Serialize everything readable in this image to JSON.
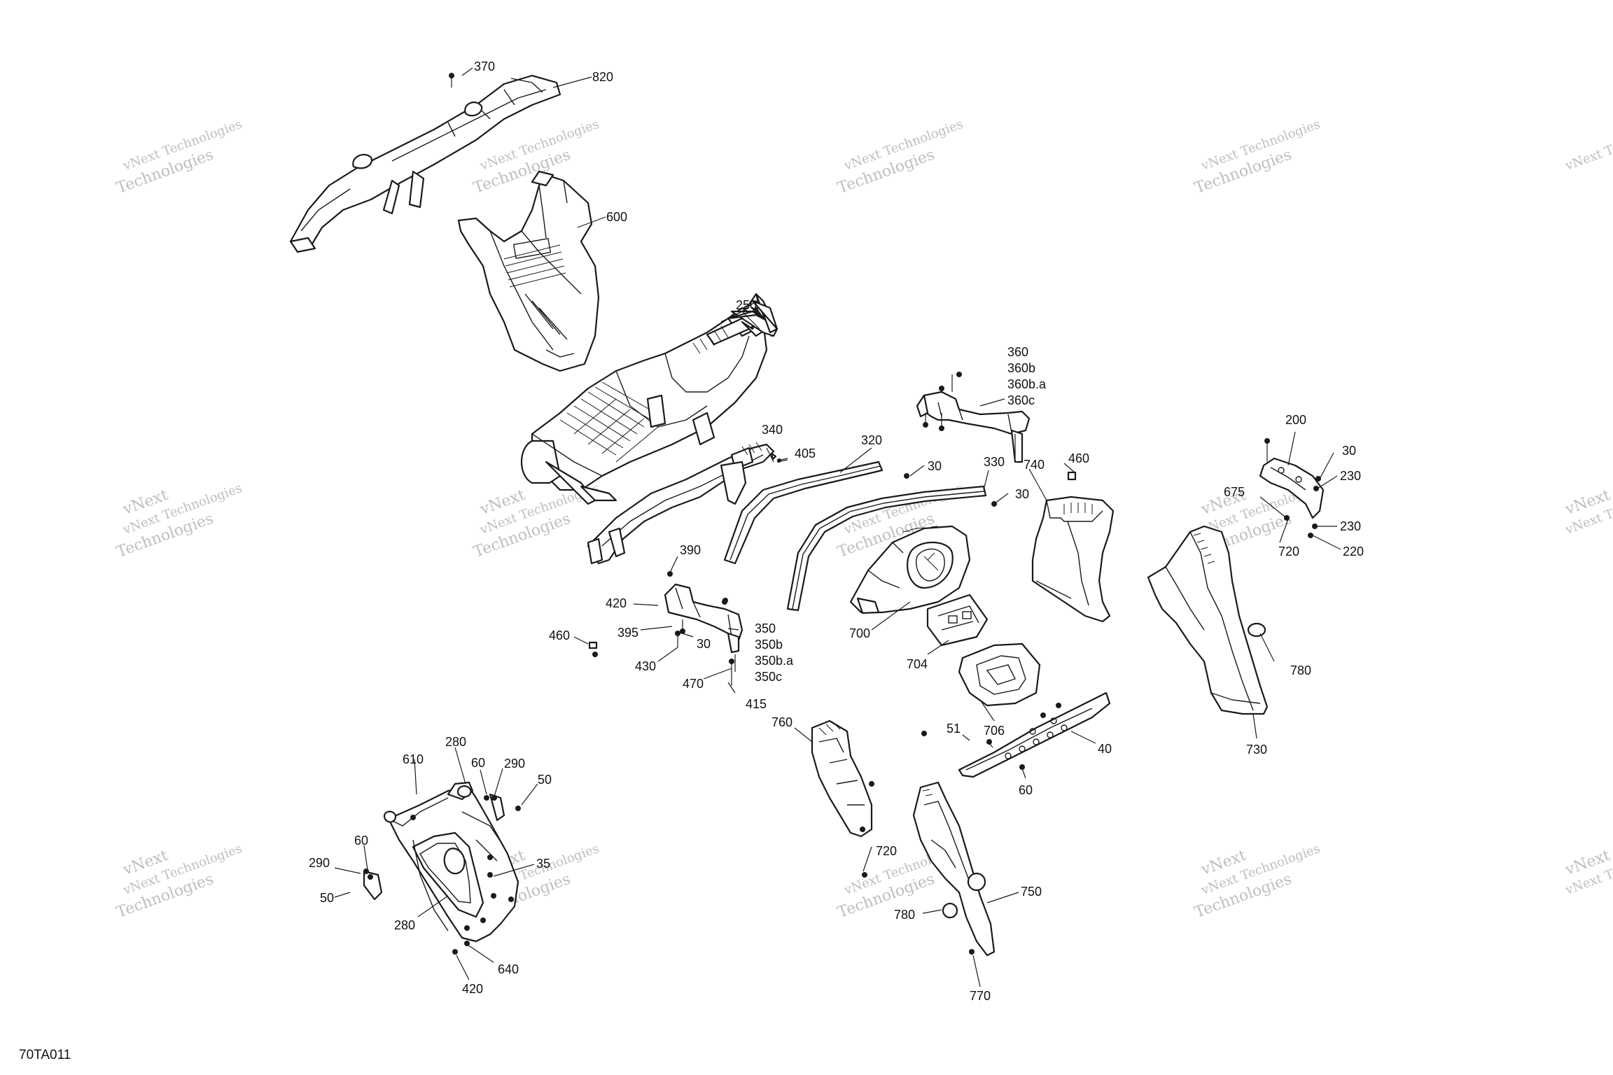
{
  "figure_id": "70TA011",
  "watermark": {
    "line1": "vNext Technologies",
    "line2": "Technologies",
    "line3": "vNext"
  },
  "callouts": [
    "370",
    "820",
    "600",
    "250",
    "360",
    "360b",
    "360b.a",
    "360c",
    "340",
    "405",
    "320",
    "30",
    "330",
    "30",
    "740",
    "460",
    "200",
    "30",
    "230",
    "675",
    "230",
    "720",
    "220",
    "390",
    "420",
    "395",
    "30",
    "350",
    "350b",
    "350b.a",
    "350c",
    "460",
    "430",
    "470",
    "415",
    "700",
    "704",
    "706",
    "780",
    "730",
    "51",
    "40",
    "60",
    "760",
    "720",
    "780",
    "750",
    "770",
    "280",
    "610",
    "60",
    "290",
    "50",
    "60",
    "290",
    "50",
    "35",
    "280",
    "640",
    "420"
  ]
}
